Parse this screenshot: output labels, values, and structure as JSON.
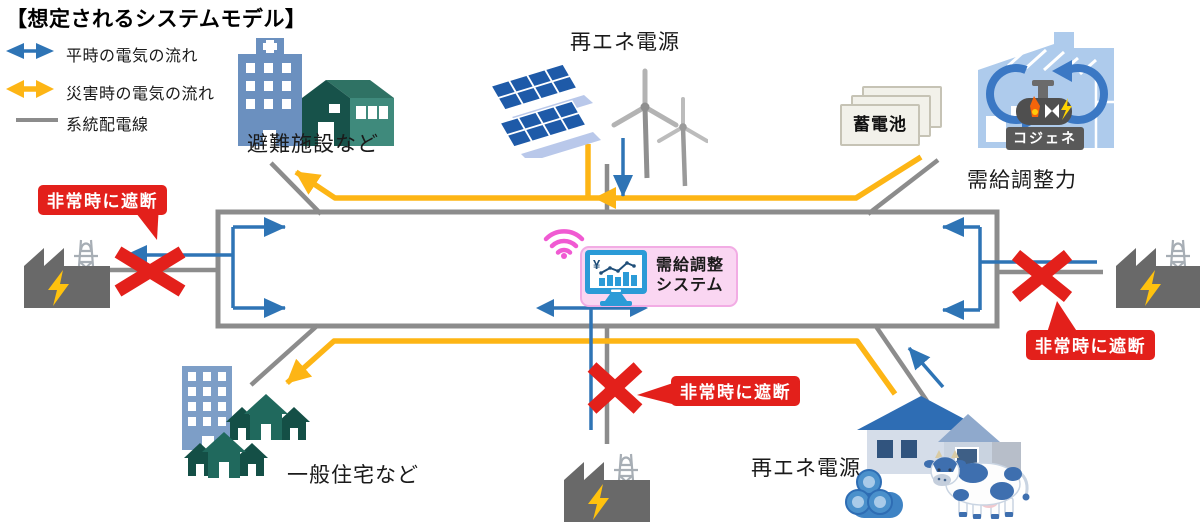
{
  "title": "【想定されるシステムモデル】",
  "legend": {
    "normal_flow": "平時の電気の流れ",
    "disaster_flow": "災害時の電気の流れ",
    "grid_line": "系統配電線"
  },
  "labels": {
    "evacuation": "避難施設など",
    "renewable_top": "再エネ電源",
    "battery": "蓄電池",
    "cogen_badge": "コジェネ",
    "adjustment_capacity": "需給調整力",
    "housing": "一般住宅など",
    "renewable_bottom": "再エネ電源"
  },
  "system": {
    "name_line1": "需給調整",
    "name_line2": "システム",
    "monitor_symbol": "¥"
  },
  "callouts": {
    "left": "非常時に遮断",
    "right": "非常時に遮断",
    "bottom": "非常時に遮断"
  },
  "colors": {
    "normal_flow_blue": "#2E74B5",
    "disaster_flow_yellow": "#FDB515",
    "grid_gray": "#8C8C8C",
    "alert_red": "#E3201B",
    "system_pink": "#F05AD2"
  }
}
